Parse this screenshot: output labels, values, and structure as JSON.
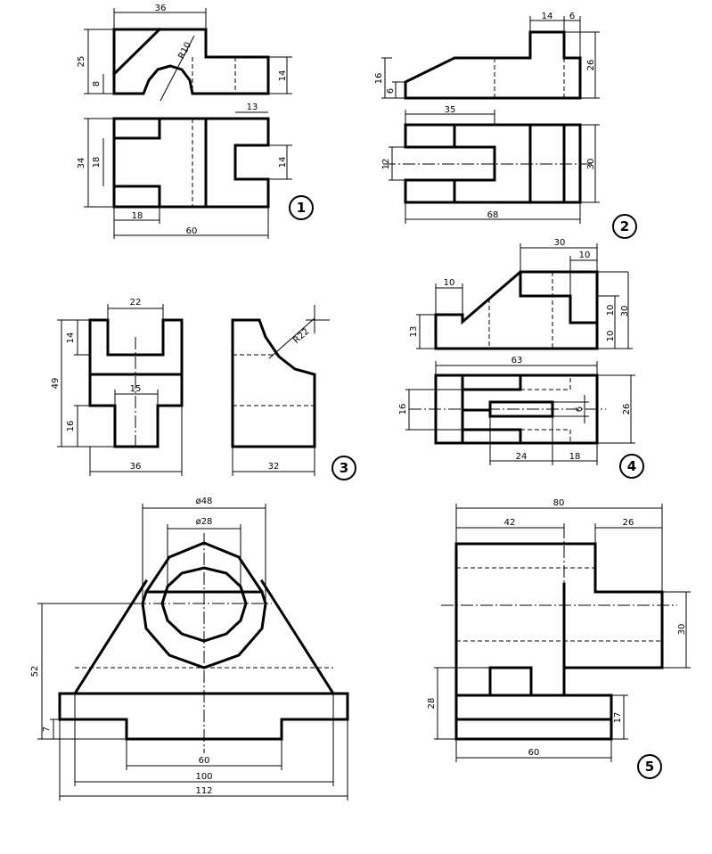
{
  "exercises": [
    {
      "number": "1",
      "dims": {
        "d36": "36",
        "d25": "25",
        "d8": "8",
        "r10": "R10",
        "d14a": "14",
        "d13": "13",
        "d34": "34",
        "d18a": "18",
        "d14b": "14",
        "d18b": "18",
        "d60": "60"
      }
    },
    {
      "number": "2",
      "dims": {
        "d14": "14",
        "d6a": "6",
        "d16": "16",
        "d6b": "6",
        "d26": "26",
        "d35": "35",
        "d12": "12",
        "d30": "30",
        "d68": "68"
      }
    },
    {
      "number": "3",
      "dims": {
        "d22": "22",
        "d14": "14",
        "d49": "49",
        "d15": "15",
        "d16": "16",
        "d36": "36",
        "r22": "R22",
        "d32": "32"
      }
    },
    {
      "number": "4",
      "dims": {
        "d30a": "30",
        "d10a": "10",
        "d10b": "10",
        "d10c": "10",
        "d30b": "30",
        "d13": "13",
        "d10d": "10",
        "d63": "63",
        "d16": "16",
        "d6": "6",
        "d26": "26",
        "d24": "24",
        "d18": "18"
      }
    },
    {
      "number": "5",
      "dims": {
        "d80": "80",
        "d42": "42",
        "d26": "26",
        "d30": "30",
        "d28": "28",
        "d17": "17",
        "d60": "60"
      }
    },
    {
      "number": "",
      "dims": {
        "dia48": "ø48",
        "dia28": "ø28",
        "d52": "52",
        "d7": "7",
        "d60": "60",
        "d100": "100",
        "d112": "112"
      }
    }
  ]
}
